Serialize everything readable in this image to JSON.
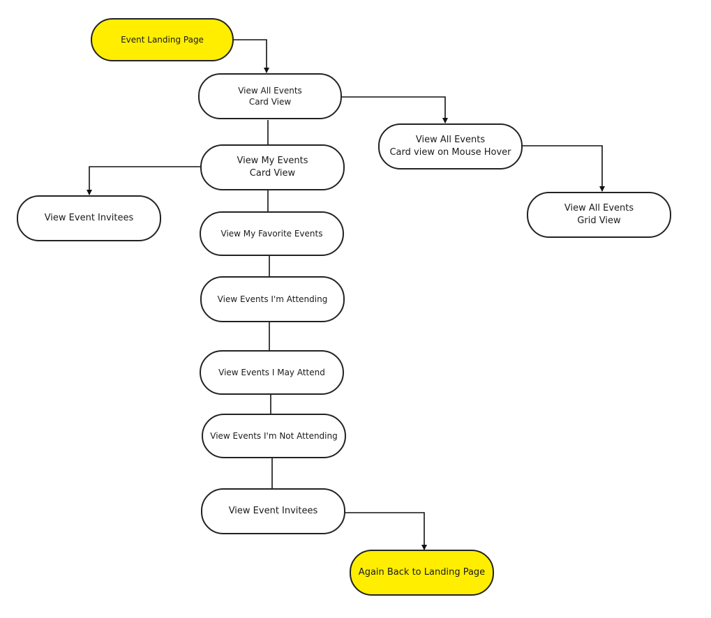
{
  "colors": {
    "highlight": "#ffee00",
    "stroke": "#222222",
    "connector": "#111111"
  },
  "nodes": {
    "landing": {
      "line1": "Event Landing Page"
    },
    "all_card": {
      "line1": "View All Events",
      "line2": "Card View"
    },
    "my_card": {
      "line1": "View My Events",
      "line2": "Card View"
    },
    "invitees_left": {
      "line1": "View Event Invitees"
    },
    "favorites": {
      "line1": "View My Favorite Events"
    },
    "attending": {
      "line1": "View Events  I'm Attending"
    },
    "may_attend": {
      "line1": "View Events  I May Attend"
    },
    "not_attending": {
      "line1": "View Events  I'm  Not  Attending"
    },
    "invitees_bottom": {
      "line1": "View Event Invitees"
    },
    "back": {
      "line1": "Again Back to Landing Page"
    },
    "hover": {
      "line1": "View All Events",
      "line2": "Card view on Mouse Hover"
    },
    "grid": {
      "line1": "View All Events",
      "line2": "Grid View"
    }
  }
}
